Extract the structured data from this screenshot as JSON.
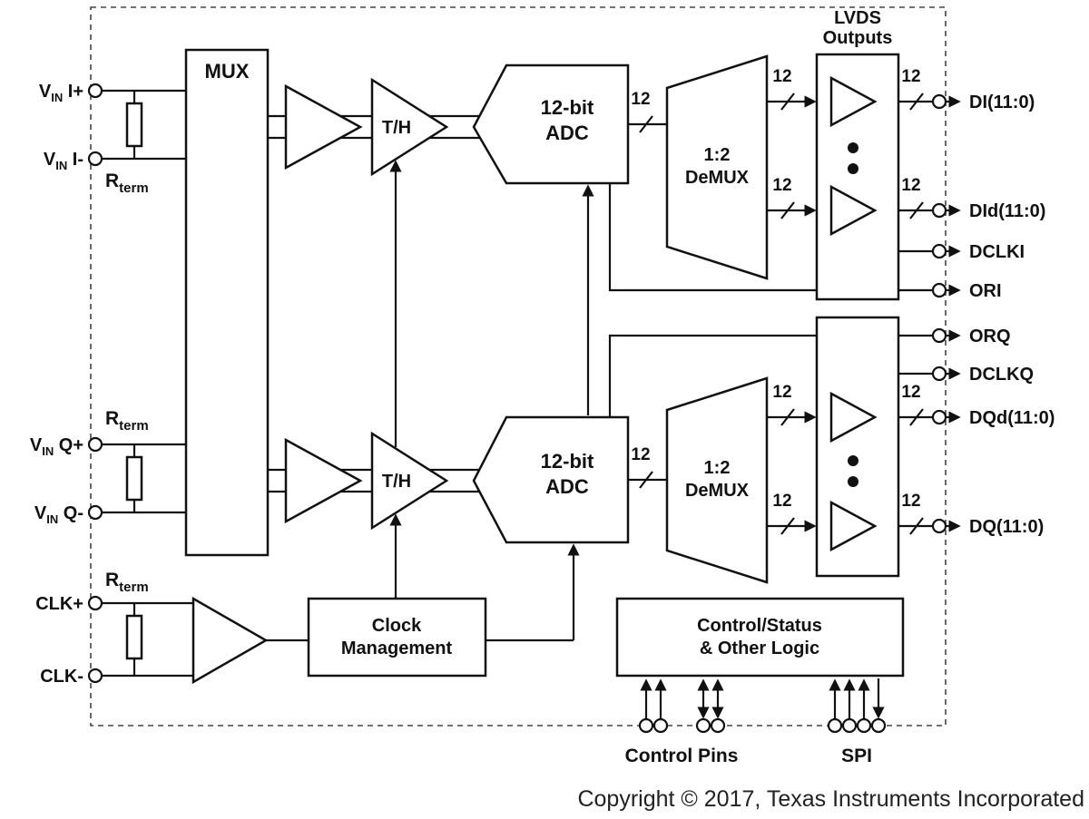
{
  "blocks": {
    "mux": "MUX",
    "th": "T/H",
    "adc_l1": "12-bit",
    "adc_l2": "ADC",
    "demux_l1": "1:2",
    "demux_l2": "DeMUX",
    "clock_l1": "Clock",
    "clock_l2": "Management",
    "ctrl_l1": "Control/Status",
    "ctrl_l2": "& Other Logic",
    "lvds_l1": "LVDS",
    "lvds_l2": "Outputs"
  },
  "pins_left": [
    {
      "pre": "V",
      "sub": "IN",
      "post": " I+"
    },
    {
      "pre": "V",
      "sub": "IN",
      "post": " I-"
    },
    {
      "pre": "V",
      "sub": "IN",
      "post": " Q+"
    },
    {
      "pre": "V",
      "sub": "IN",
      "post": " Q-"
    },
    {
      "pre": "CLK+",
      "sub": "",
      "post": ""
    },
    {
      "pre": "CLK-",
      "sub": "",
      "post": ""
    }
  ],
  "rterm": {
    "pre": "R",
    "sub": "term"
  },
  "pins_right": [
    "DI(11:0)",
    "DId(11:0)",
    "DCLKI",
    "ORI",
    "ORQ",
    "DCLKQ",
    "DQd(11:0)",
    "DQ(11:0)"
  ],
  "bus_width": "12",
  "bottom": {
    "control_pins": "Control Pins",
    "spi": "SPI"
  },
  "copyright": "Copyright © 2017, Texas Instruments Incorporated"
}
